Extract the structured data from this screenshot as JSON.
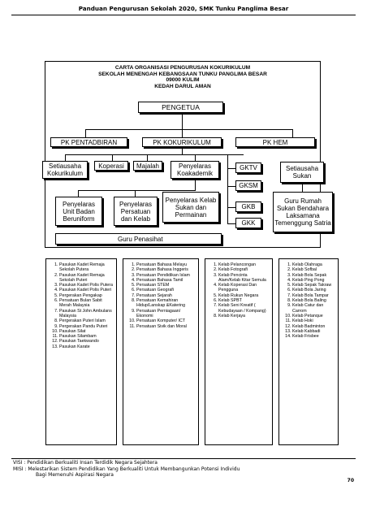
{
  "header": {
    "title": "Panduan Pengurusan Sekolah 2020, SMK Tunku Panglima Besar"
  },
  "chart": {
    "title_lines": [
      "CARTA ORGANISASI PENGURUSAN KOKURIKULUM",
      "SEKOLAH MENENGAH KEBANGSAAN TUNKU PANGLIMA BESAR",
      "09000 KULIM",
      "KEDAH DARUL AMAN"
    ],
    "pengetua": "PENGETUA",
    "pk_pentadbiran": "PK PENTADBIRAN",
    "pk_kokurikulum": "PK KOKURIKULUM",
    "pk_hem": "PK HEM",
    "setiausaha_kokurikulum": "Setiausaha Kokurikulum",
    "koperasi": "Koperasi",
    "majalah": "Majalah",
    "penyelaras_koakademik": "Penyelaras Koakademik",
    "gktv": "GKTV",
    "gksm": "GKSM",
    "gkb": "GKB",
    "gkk": "GKK",
    "setiausaha_sukan": "Setiausaha Sukan",
    "penyelaras_unit_badan": "Penyelaras Unit Badan Beruniform",
    "penyelaras_persatuan": "Penyelaras Persatuan dan Kelab",
    "penyelaras_kelab_sukan": "Penyelaras Kelab Sukan dan Permainan",
    "guru_rumah_sukan": "Guru Rumah Sukan Bendahara Laksamana Temenggung Satria",
    "guru_penasihat": "Guru Penasihat"
  },
  "lists": {
    "uniform": [
      "Pasukan Kadet Remaja Sekolah Putera",
      "Pasukan Kadet Remaja Sekolah Puteri",
      "Pasukan Kadet Polis Putera",
      "Pasukan Kadet Polis Puteri",
      "Pergerakan Pengakap",
      "Persatuan Bulan Sabit Merah Malaysia",
      "Pasukan St John Ambulans Malaysia",
      "Pergerakan Puteri Islam",
      "Pergerakan Pandu Puteri",
      "Pasukan Silat",
      "Pasukan Silambam",
      "Pasukan Taekwando",
      "Pasukan Karate"
    ],
    "persatuan": [
      "Persatuan Bahasa Melayu",
      "Persatuan Bahasa Inggeris",
      "Persatuan Pendidikan Islam",
      "Persatuan Bahasa Tamil",
      "Persatuan STEM",
      "Persatuan Geografi",
      "Persatuan Sejarah",
      "Persatuan Kemahiran Hidup/Lanskap &Katering",
      "Persatuan Perniagaan/ Ekonomi",
      "Persatuan Komputer/ ICT",
      "Persatuan Sivik dan Moral"
    ],
    "kelab": [
      "Kelab Pelancongan",
      "Kelab Fotografi",
      "Kelab Pencinta Alam/Kelab Kitar Semula",
      "Kelab Koperasi Dan Pengguna",
      "Kelab Rukun Negara",
      "Kelab SPBT",
      "Kelab Seni Kreatif ( Kebudayaan / Kompang)",
      "Kelab Kerjaya"
    ],
    "sukan": [
      "Kelab Olahraga",
      "Kelab Sofbal",
      "Kelab Bola Sepak",
      "Kelab Ping Pong",
      "Kelab Sepak Takraw",
      "Kelab Bola Jaring",
      "Kelab Bola Tampar",
      "Kelab Bola Baling",
      "Kelab Catur dan Carrom",
      "Kelab Petanque",
      "Kelab Hoki",
      "Kelab Badminton",
      "Kelab Kabbadi",
      "Kelab Frisbee"
    ]
  },
  "footer": {
    "visi": "VISI : Pendidikan Berkualiti Insan Terdidik Negara Sejahtera",
    "misi": "MISI : Melestarikan Sistem Pendidikan Yang Berkualiti Untuk Membangunkan Potensi Individu",
    "misi2": "Bagi Memenuhi Aspirasi Negara",
    "page_number": "70"
  }
}
